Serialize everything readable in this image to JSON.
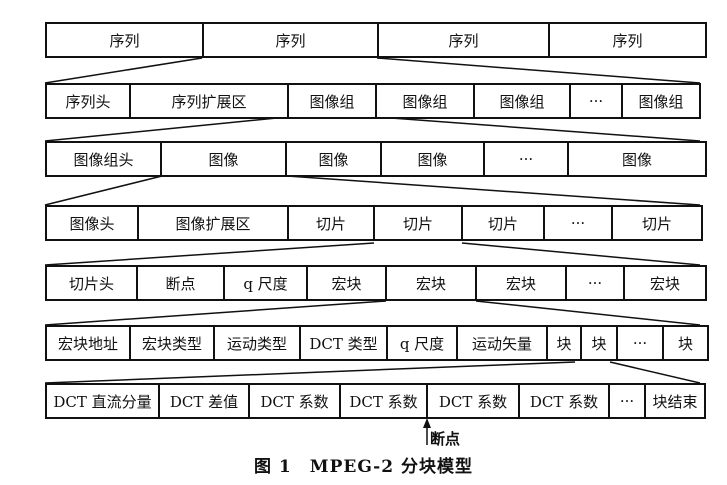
{
  "rows": [
    [
      "序列",
      "序列",
      "序列",
      "序列"
    ],
    [
      "序列头",
      "序列扩展区",
      "图像组",
      "图像组",
      "图像组",
      "···",
      "图像组"
    ],
    [
      "图像组头",
      "图像",
      "图像",
      "图像",
      "···",
      "图像"
    ],
    [
      "图像头",
      "图像扩展区",
      "切片",
      "切片",
      "切片",
      "···",
      "切片"
    ],
    [
      "切片头",
      "断点",
      "q 尺度",
      "宏块",
      "宏块",
      "宏块",
      "···",
      "宏块"
    ],
    [
      "宏块地址",
      "宏块类型",
      "运动类型",
      "DCT 类型",
      "q 尺度",
      "运动矢量",
      "块",
      "块",
      "···",
      "块"
    ],
    [
      "DCT 直流分量",
      "DCT 差值",
      "DCT 系数",
      "DCT 系数",
      "DCT 系数",
      "DCT 系数",
      "···",
      "块结束"
    ]
  ],
  "breakpoint_label": "断点",
  "caption": "图 1　MPEG-2 分块模型"
}
